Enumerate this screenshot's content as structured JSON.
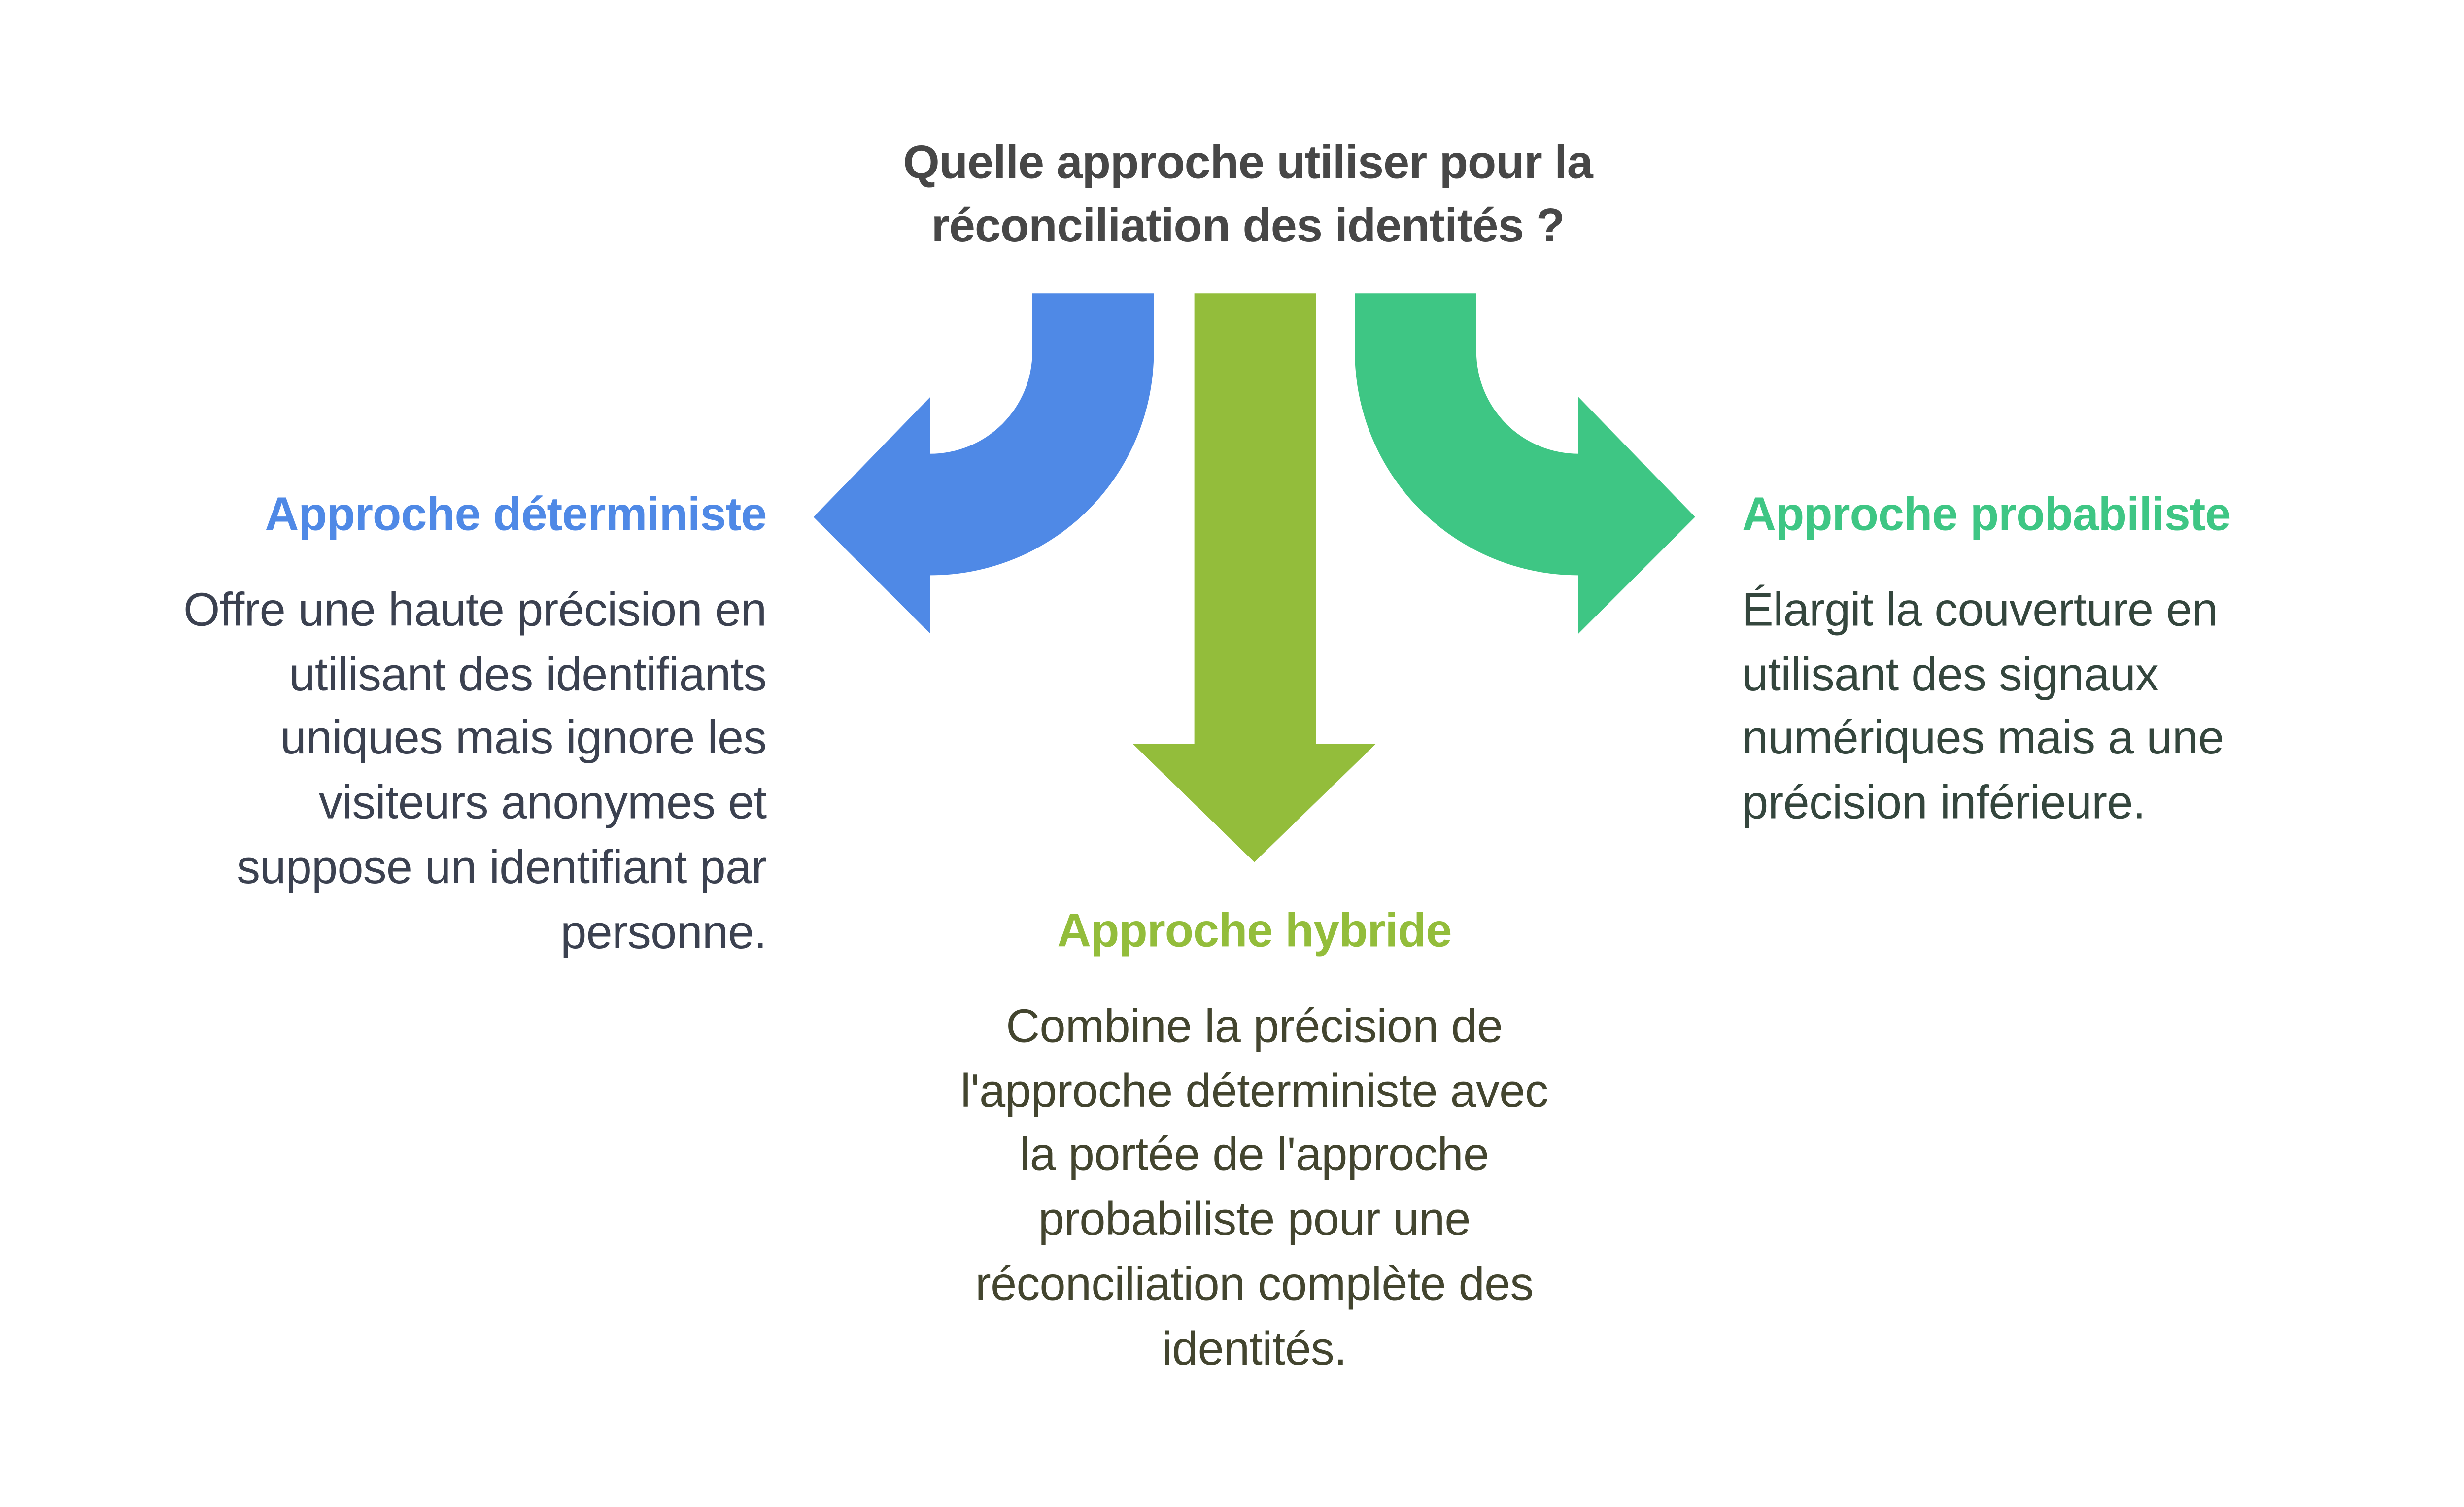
{
  "title": [
    "Quelle approche utiliser pour la",
    "réconciliation des identités ?"
  ],
  "colors": {
    "deterministic": "#4f89e6",
    "hybrid": "#93bd3b",
    "probabilistic": "#3ec684",
    "title": "#474747"
  },
  "branches": {
    "deterministic": {
      "heading": "Approche déterministe",
      "lines": [
        "Offre une haute précision en",
        "utilisant des identifiants",
        "uniques mais ignore les",
        "visiteurs anonymes et",
        "suppose un identifiant par",
        "personne."
      ],
      "icon": "arrow-left-curved"
    },
    "hybrid": {
      "heading": "Approche hybride",
      "lines": [
        "Combine la précision de",
        "l'approche déterministe avec",
        "la portée de l'approche",
        "probabiliste pour une",
        "réconciliation complète des",
        "identités."
      ],
      "icon": "arrow-down"
    },
    "probabilistic": {
      "heading": "Approche probabiliste",
      "lines": [
        "Élargit la couverture en",
        "utilisant des signaux",
        "numériques mais a une",
        "précision inférieure."
      ],
      "icon": "arrow-right-curved"
    }
  }
}
